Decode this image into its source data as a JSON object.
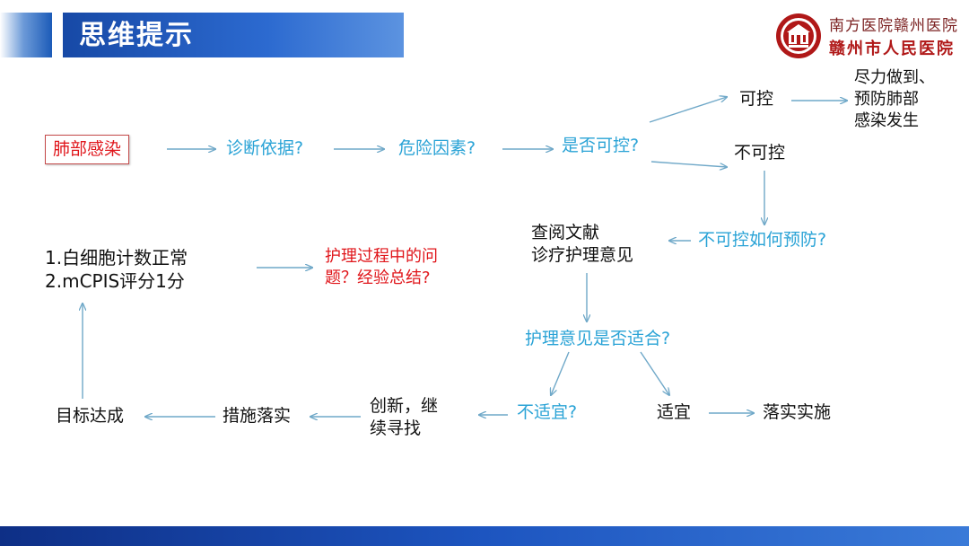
{
  "header": {
    "title": "思维提示",
    "hospital_line1": "南方医院赣州医院",
    "hospital_line2": "赣州市人民医院",
    "logo_icon": "hospital-seal-icon"
  },
  "colors": {
    "title_blue": "#1c5bb8",
    "text_blue": "#2aa3d6",
    "text_red": "#e0161b",
    "arrow_blue": "#6fa8c8",
    "logo_red": "#b01818"
  },
  "flow": {
    "lung_infection": "肺部感染",
    "diagnosis_basis": "诊断依据?",
    "risk_factors": "危险因素?",
    "controllable_q": "是否可控?",
    "controllable": "可控",
    "prevent_line1": "尽力做到、",
    "prevent_line2": "预防肺部",
    "prevent_line3": "感染发生",
    "uncontrollable": "不可控",
    "how_prevent": "不可控如何预防?",
    "lit_line1": "查阅文献",
    "lit_line2": "诊疗护理意见",
    "suitable_q": "护理意见是否适合?",
    "not_suitable": "不适宜?",
    "suitable": "适宜",
    "implement_now": "落实实施",
    "innovate_line1": "创新，继",
    "innovate_line2": "续寻找",
    "measures": "措施落实",
    "goal": "目标达成",
    "result_line1": "1.白细胞计数正常",
    "result_line2": "2.mCPIS评分1分",
    "summary_line1": "护理过程中的问",
    "summary_line2": "题？经验总结?"
  }
}
